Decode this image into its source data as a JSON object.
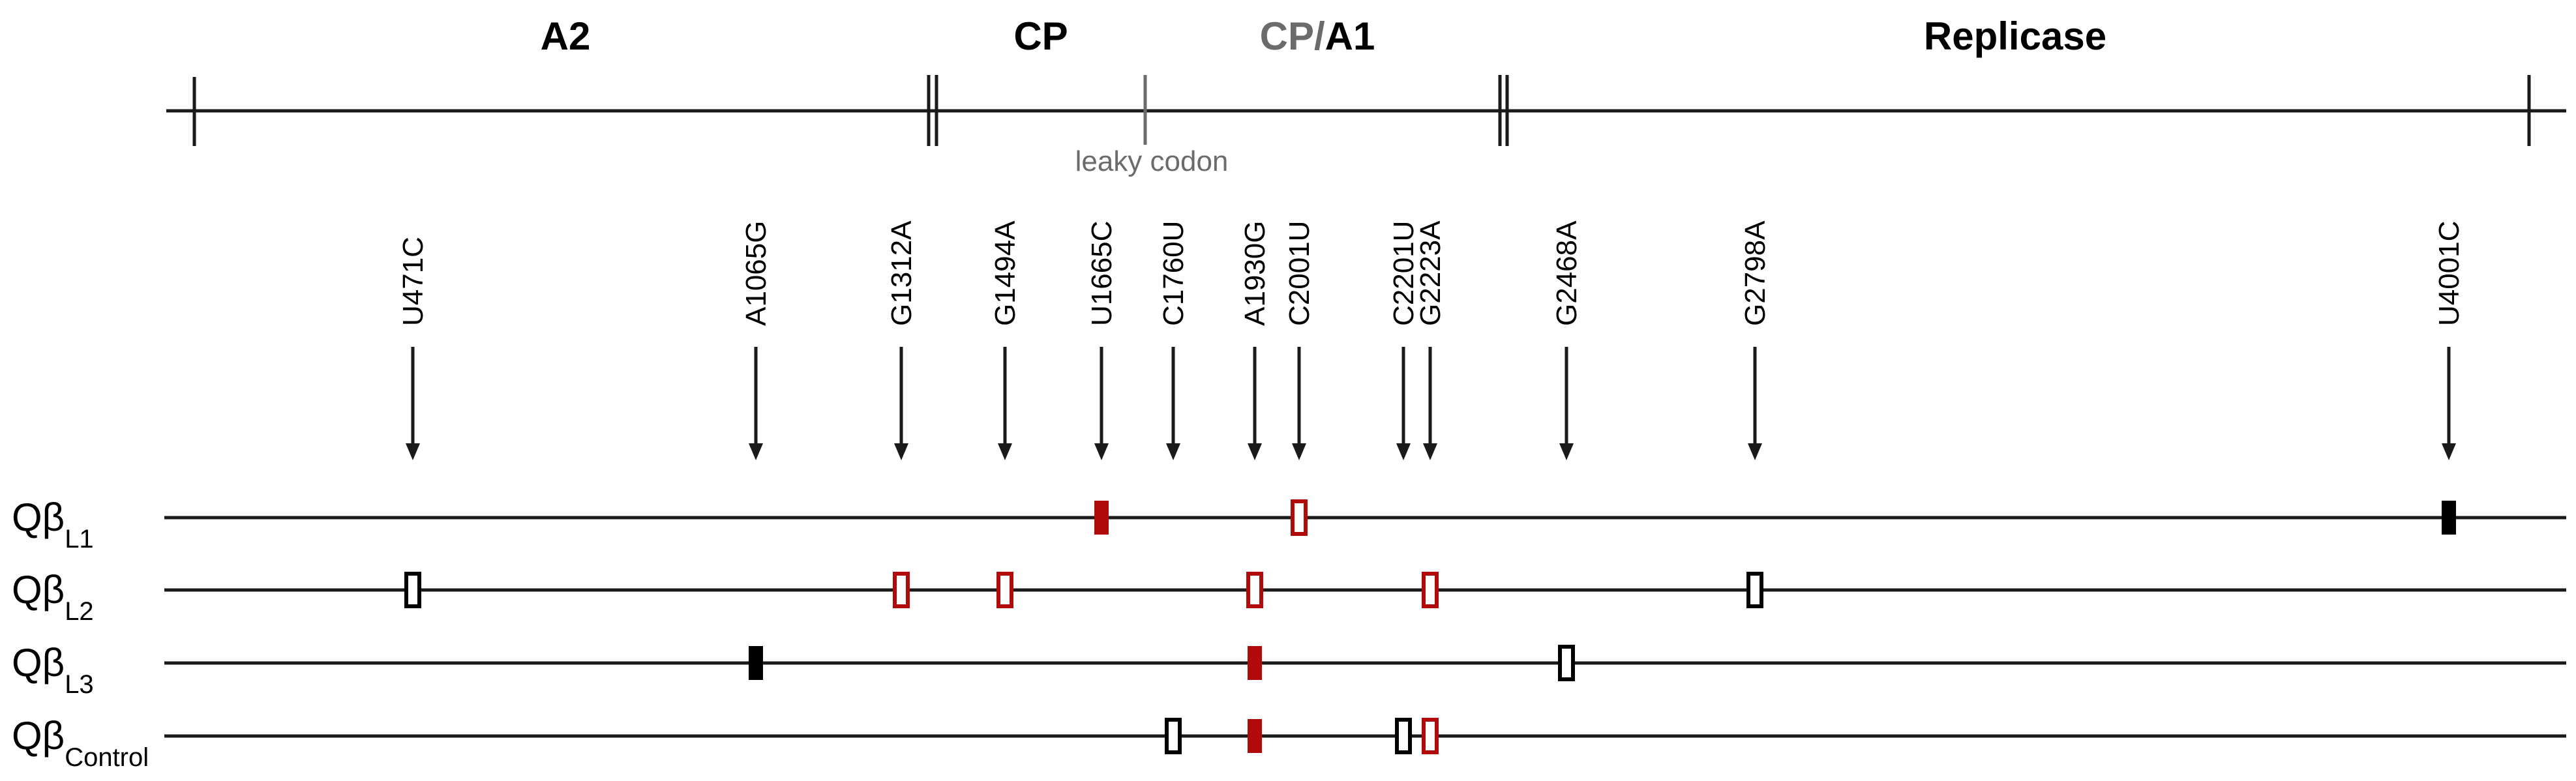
{
  "colors": {
    "line": "#1a1a1a",
    "grey": "#6b6b6b",
    "red": "#b10a0a",
    "black": "#000000"
  },
  "genome_map": {
    "segments": [
      {
        "id": "a2",
        "label_parts": [
          {
            "text": "A2",
            "color": "#000000"
          }
        ]
      },
      {
        "id": "cp",
        "label_parts": [
          {
            "text": "CP",
            "color": "#000000"
          }
        ]
      },
      {
        "id": "cpa1",
        "label_parts": [
          {
            "text": "CP/",
            "color": "#6b6b6b"
          },
          {
            "text": "A1",
            "color": "#000000"
          }
        ]
      },
      {
        "id": "replicase",
        "label_parts": [
          {
            "text": "Replicase",
            "color": "#000000"
          }
        ]
      }
    ],
    "leaky_codon_label": "leaky codon"
  },
  "mutations": [
    "U471C",
    "A1065G",
    "G1312A",
    "G1494A",
    "U1665C",
    "C1760U",
    "A1930G",
    "C2001U",
    "C2201U",
    "G2223A",
    "G2468A",
    "G2798A",
    "U4001C"
  ],
  "rows": [
    {
      "id": "L1",
      "label_main": "Qβ",
      "label_sub": "L1",
      "markers": [
        {
          "mutation": "U1665C",
          "color": "red",
          "filled": true
        },
        {
          "mutation": "C2001U",
          "color": "red",
          "filled": false
        },
        {
          "mutation": "U4001C",
          "color": "black",
          "filled": true
        }
      ]
    },
    {
      "id": "L2",
      "label_main": "Qβ",
      "label_sub": "L2",
      "markers": [
        {
          "mutation": "U471C",
          "color": "black",
          "filled": false
        },
        {
          "mutation": "G1312A",
          "color": "red",
          "filled": false
        },
        {
          "mutation": "G1494A",
          "color": "red",
          "filled": false
        },
        {
          "mutation": "A1930G",
          "color": "red",
          "filled": false
        },
        {
          "mutation": "G2223A",
          "color": "red",
          "filled": false
        },
        {
          "mutation": "G2798A",
          "color": "black",
          "filled": false
        }
      ]
    },
    {
      "id": "L3",
      "label_main": "Qβ",
      "label_sub": "L3",
      "markers": [
        {
          "mutation": "A1065G",
          "color": "black",
          "filled": true
        },
        {
          "mutation": "A1930G",
          "color": "red",
          "filled": true
        },
        {
          "mutation": "G2468A",
          "color": "black",
          "filled": false
        }
      ]
    },
    {
      "id": "Control",
      "label_main": "Qβ",
      "label_sub": "Control",
      "markers": [
        {
          "mutation": "C1760U",
          "color": "black",
          "filled": false
        },
        {
          "mutation": "A1930G",
          "color": "red",
          "filled": true
        },
        {
          "mutation": "C2201U",
          "color": "black",
          "filled": false
        },
        {
          "mutation": "G2223A",
          "color": "red",
          "filled": false
        }
      ]
    }
  ]
}
